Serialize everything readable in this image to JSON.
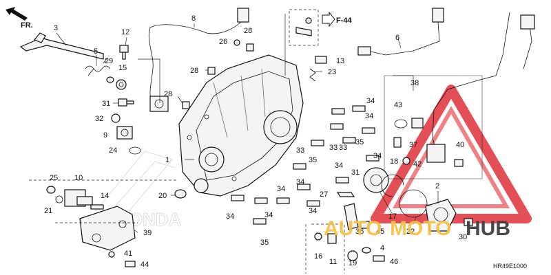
{
  "diagram": {
    "direction_label": "FR.",
    "page_ref": "F-44",
    "drawing_code": "HR49E1000",
    "part_numbers": [
      "1",
      "2",
      "3",
      "4",
      "5",
      "6",
      "8",
      "9",
      "10",
      "11",
      "12",
      "13",
      "14",
      "15",
      "16",
      "17",
      "18",
      "19",
      "20",
      "21",
      "22",
      "23",
      "24",
      "25",
      "26",
      "27",
      "28",
      "29",
      "30",
      "31",
      "32",
      "33",
      "34",
      "35",
      "36",
      "37",
      "38",
      "39",
      "40",
      "41",
      "42",
      "43",
      "44",
      "45",
      "46"
    ],
    "callouts": [
      {
        "text": "3"
      },
      {
        "text": "5"
      },
      {
        "text": "29"
      },
      {
        "text": "15"
      },
      {
        "text": "12"
      },
      {
        "text": "8"
      },
      {
        "text": "28"
      },
      {
        "text": "26"
      },
      {
        "text": "28"
      },
      {
        "text": "28"
      },
      {
        "text": "31"
      },
      {
        "text": "32"
      },
      {
        "text": "9"
      },
      {
        "text": "24"
      },
      {
        "text": "1"
      },
      {
        "text": "13"
      },
      {
        "text": "23"
      },
      {
        "text": "6"
      },
      {
        "text": "38"
      },
      {
        "text": "43"
      },
      {
        "text": "37"
      },
      {
        "text": "40"
      },
      {
        "text": "18"
      },
      {
        "text": "42"
      },
      {
        "text": "34"
      },
      {
        "text": "34"
      },
      {
        "text": "33"
      },
      {
        "text": "33"
      },
      {
        "text": "35"
      },
      {
        "text": "34"
      },
      {
        "text": "33"
      },
      {
        "text": "35"
      },
      {
        "text": "34"
      },
      {
        "text": "31"
      },
      {
        "text": "27"
      },
      {
        "text": "34"
      },
      {
        "text": "34"
      },
      {
        "text": "34"
      },
      {
        "text": "34"
      },
      {
        "text": "34"
      },
      {
        "text": "35"
      },
      {
        "text": "20"
      },
      {
        "text": "25"
      },
      {
        "text": "10"
      },
      {
        "text": "14"
      },
      {
        "text": "21"
      },
      {
        "text": "39"
      },
      {
        "text": "41"
      },
      {
        "text": "44"
      },
      {
        "text": "16"
      },
      {
        "text": "11"
      },
      {
        "text": "36"
      },
      {
        "text": "45"
      },
      {
        "text": "19"
      },
      {
        "text": "4"
      },
      {
        "text": "46"
      },
      {
        "text": "17"
      },
      {
        "text": "2"
      },
      {
        "text": "22"
      },
      {
        "text": "30"
      }
    ]
  },
  "watermark": {
    "brand_auto": "AUTO",
    "brand_moto": "MOTO",
    "brand_hub": "HUB",
    "background_logo_text": "HONDA",
    "colors": {
      "auto": "#f4c247",
      "moto": "#f4c247",
      "hub": "#3a3a3a",
      "triangle": "#e0303a"
    }
  }
}
